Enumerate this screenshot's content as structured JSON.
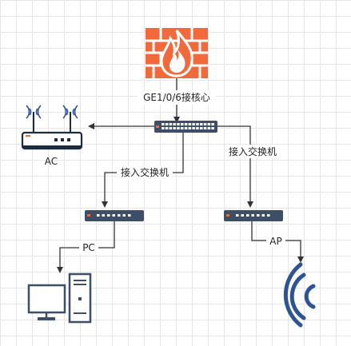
{
  "labels": {
    "core_link": "GE1/0/6接核心",
    "ac": "AC",
    "access_switch_left": "接入交换机",
    "access_switch_right": "接入交换机",
    "pc": "PC",
    "ap": "AP"
  },
  "colors": {
    "firewall_brick": "#f2693b",
    "firewall_mortar": "#ffffff",
    "flame_outer": "#f2693b",
    "flame_inner": "#ffffff",
    "switch_body": "#3d4f66",
    "switch_port": "#ffffff",
    "ap_device": "#1d2b3f",
    "ac_body": "#ffffff",
    "ac_outline": "#1d2b3f",
    "pc_outline": "#3d4f66",
    "wifi_arc": "#2f5496",
    "connector": "#333333"
  },
  "icons": [
    "firewall-icon",
    "core-switch-icon",
    "ac-controller-icon",
    "access-switch-icon",
    "pc-icon",
    "wifi-signal-icon"
  ]
}
